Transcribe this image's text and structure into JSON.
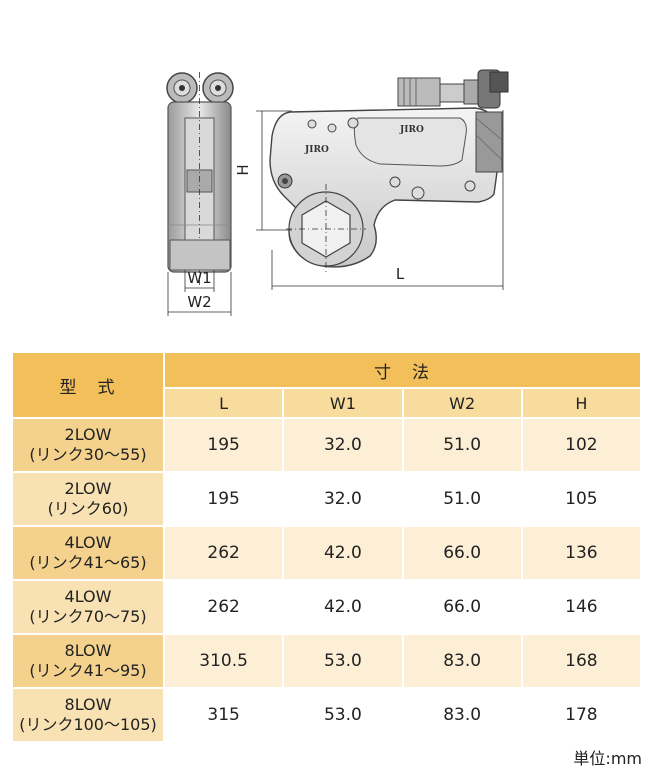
{
  "drawing": {
    "dimension_labels": {
      "w1": "W1",
      "w2": "W2",
      "h": "H",
      "l": "L"
    },
    "logo_text": "JIRO"
  },
  "table": {
    "header_model": "型　式",
    "header_dimensions": "寸　法",
    "columns": [
      "L",
      "W1",
      "W2",
      "H"
    ],
    "rows": [
      {
        "model_line1": "2LOW",
        "model_line2": "(リンク30～55)",
        "values": [
          "195",
          "32.0",
          "51.0",
          "102"
        ]
      },
      {
        "model_line1": "2LOW",
        "model_line2": "(リンク60)",
        "values": [
          "195",
          "32.0",
          "51.0",
          "105"
        ]
      },
      {
        "model_line1": "4LOW",
        "model_line2": "(リンク41～65)",
        "values": [
          "262",
          "42.0",
          "66.0",
          "136"
        ]
      },
      {
        "model_line1": "4LOW",
        "model_line2": "(リンク70～75)",
        "values": [
          "262",
          "42.0",
          "66.0",
          "146"
        ]
      },
      {
        "model_line1": "8LOW",
        "model_line2": "(リンク41～95)",
        "values": [
          "310.5",
          "53.0",
          "83.0",
          "168"
        ]
      },
      {
        "model_line1": "8LOW",
        "model_line2": "(リンク100～105)",
        "values": [
          "315",
          "53.0",
          "83.0",
          "178"
        ]
      }
    ]
  },
  "unit_label": "単位:mm",
  "colors": {
    "header": "#f2bf5a",
    "subheader": "#f7dc9d",
    "row_model": "#f4d28e",
    "row_value": "#fcefd6"
  }
}
